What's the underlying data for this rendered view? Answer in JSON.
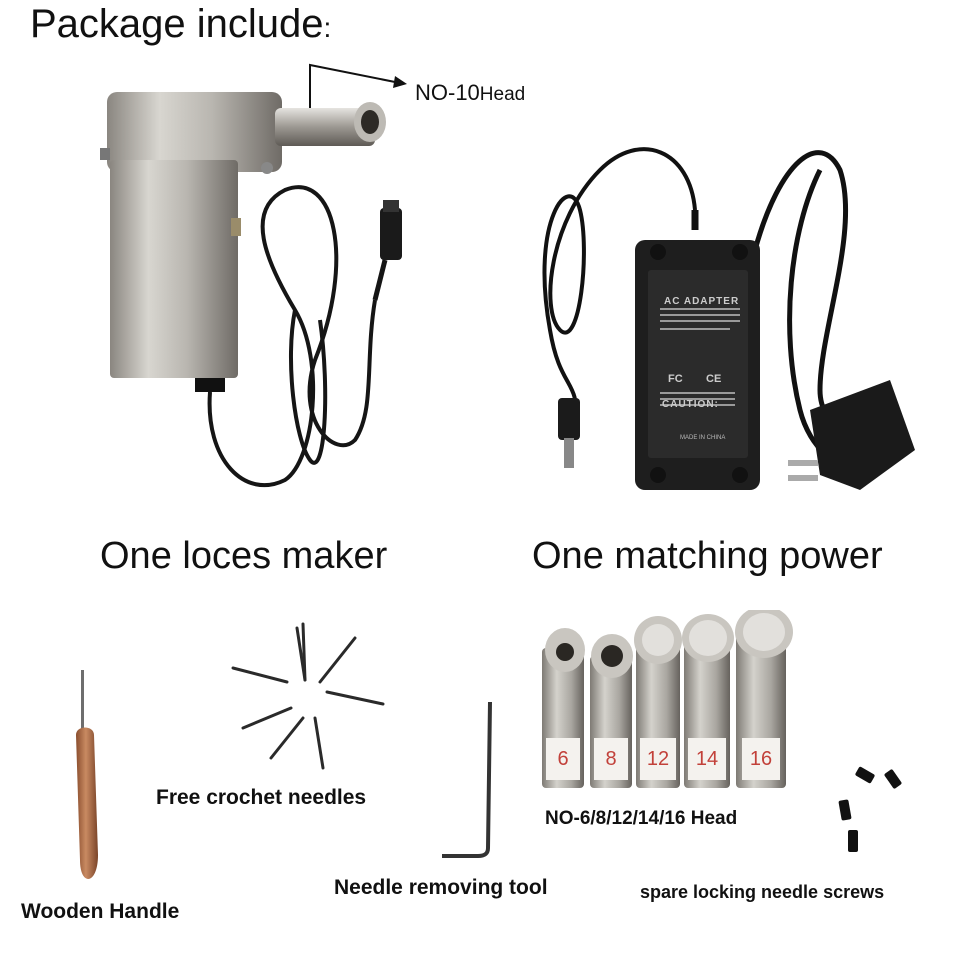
{
  "page": {
    "title": "Package include",
    "title_suffix": ":"
  },
  "items": {
    "lace_maker": {
      "caption": "One loces maker",
      "callout": "NO-10",
      "callout_suffix": "Head"
    },
    "power_adapter": {
      "caption": "One matching power",
      "label": {
        "heading": "AC ADAPTER",
        "caution": "CAUTION:",
        "made_in": "MADE IN CHINA",
        "marks": [
          "FC",
          "CE"
        ]
      }
    },
    "wooden_handle": {
      "caption": "Wooden Handle"
    },
    "crochet_needles": {
      "caption": "Free crochet needles"
    },
    "needle_removing_tool": {
      "caption": "Needle removing tool"
    },
    "heads": {
      "caption": "NO-6/8/12/14/16 Head",
      "labels": [
        "6",
        "8",
        "12",
        "14",
        "16"
      ]
    },
    "screws": {
      "caption": "spare locking needle screws"
    }
  }
}
